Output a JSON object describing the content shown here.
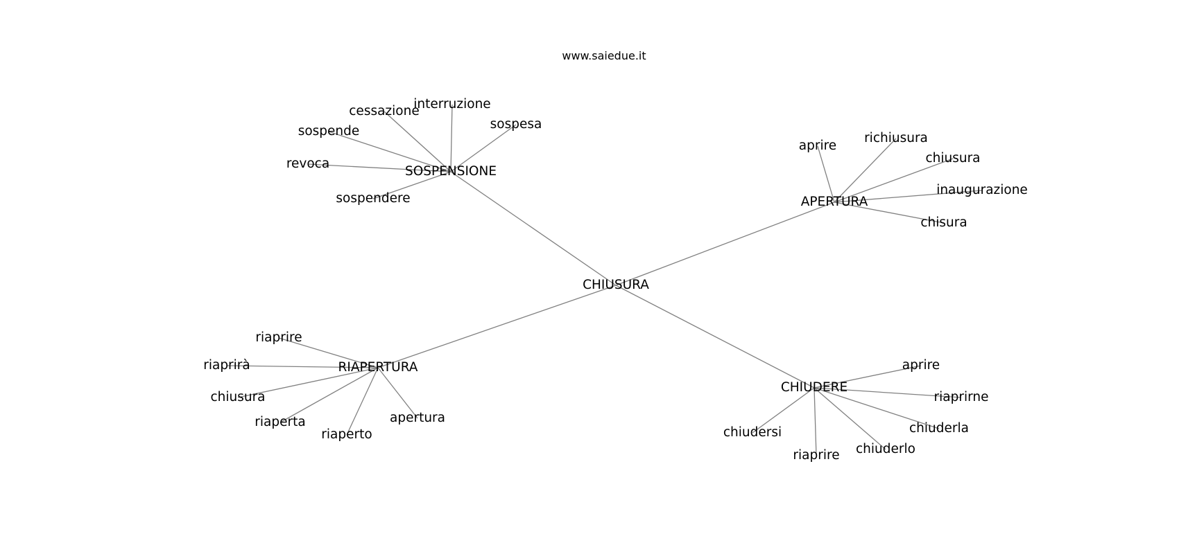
{
  "watermark": "www.saiedue.it",
  "colors": {
    "edge": "#808080",
    "text": "#000000",
    "background": "#ffffff"
  },
  "center": "CHIUSURA",
  "hubs": [
    {
      "label": "SOSPENSIONE",
      "leaves": [
        "interruzione",
        "cessazione",
        "sospende",
        "revoca",
        "sospendere",
        "sospesa"
      ]
    },
    {
      "label": "APERTURA",
      "leaves": [
        "aprire",
        "richiusura",
        "chiusura",
        "inaugurazione",
        "chisura"
      ]
    },
    {
      "label": "RIAPERTURA",
      "leaves": [
        "riaprire",
        "riaprirà",
        "chiusura",
        "riaperta",
        "riaperto",
        "apertura"
      ]
    },
    {
      "label": "CHIUDERE",
      "leaves": [
        "aprire",
        "riaprirne",
        "chiuderla",
        "chiuderlo",
        "riaprire",
        "chiudersi"
      ]
    }
  ]
}
